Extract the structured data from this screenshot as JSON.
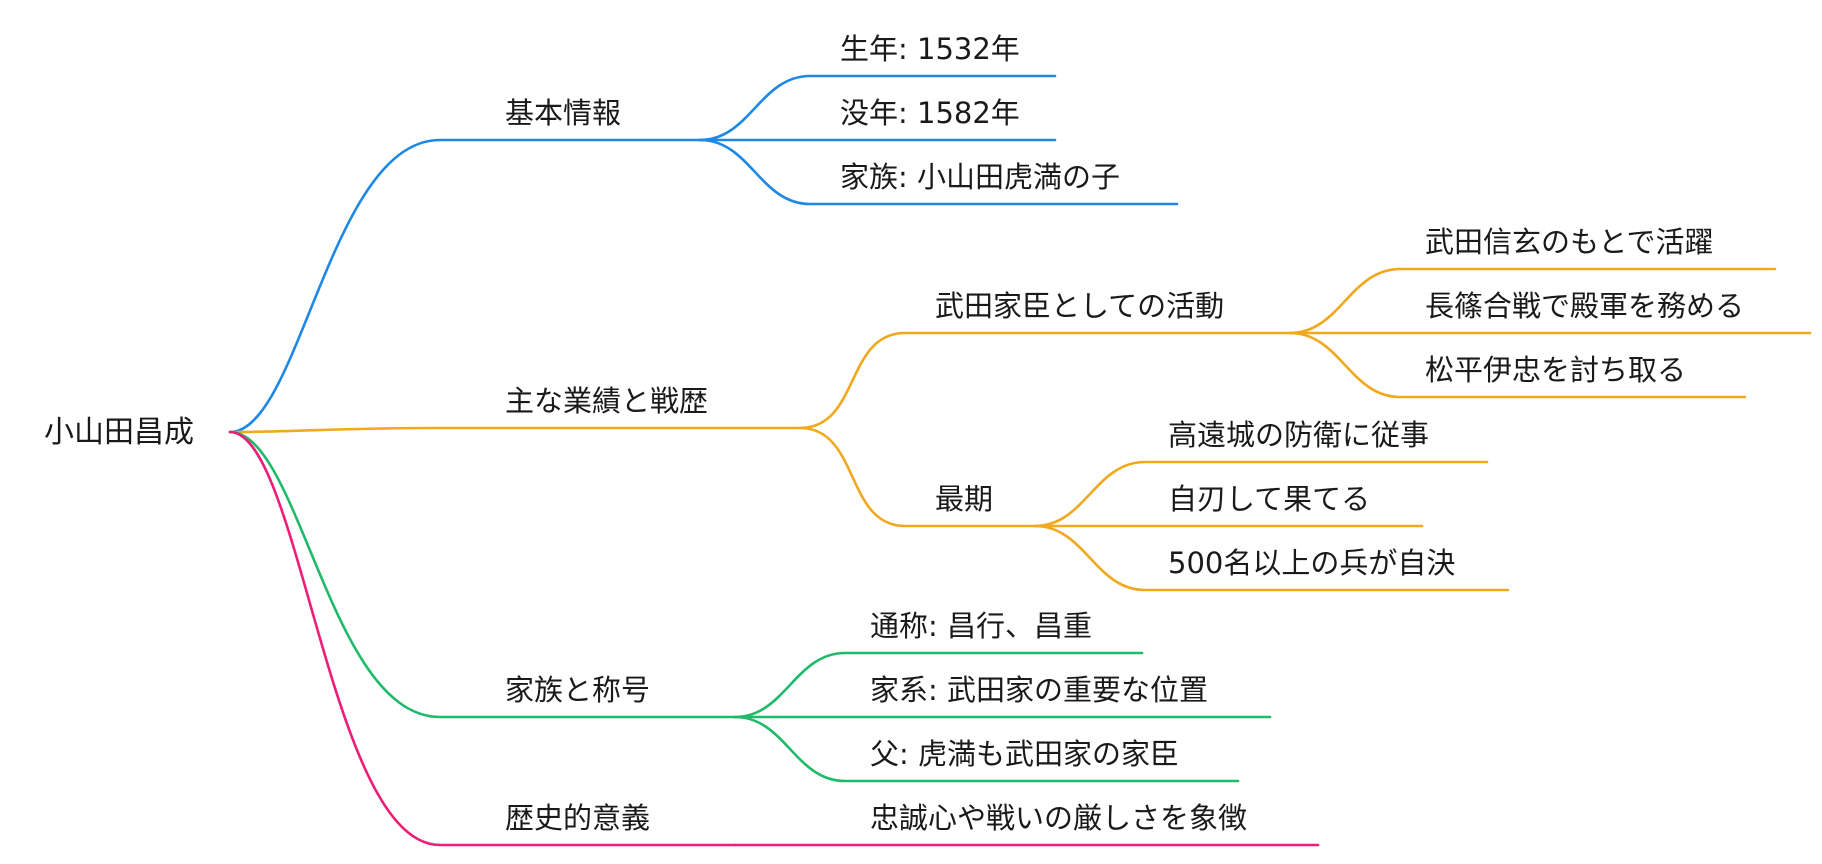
{
  "mindmap": {
    "root": {
      "label": "小山田昌成"
    },
    "branches": [
      {
        "label": "基本情報",
        "color": "#1e88e5",
        "children": [
          {
            "label": "生年: 1532年"
          },
          {
            "label": "没年: 1582年"
          },
          {
            "label": "家族: 小山田虎満の子"
          }
        ]
      },
      {
        "label": "主な業績と戦歴",
        "color": "#f2a81d",
        "children": [
          {
            "label": "武田家臣としての活動",
            "children": [
              {
                "label": "武田信玄のもとで活躍"
              },
              {
                "label": "長篠合戦で殿軍を務める"
              },
              {
                "label": "松平伊忠を討ち取る"
              }
            ]
          },
          {
            "label": "最期",
            "children": [
              {
                "label": "高遠城の防衛に従事"
              },
              {
                "label": "自刃して果てる"
              },
              {
                "label": "500名以上の兵が自決"
              }
            ]
          }
        ]
      },
      {
        "label": "家族と称号",
        "color": "#1fba6a",
        "children": [
          {
            "label": "通称: 昌行、昌重"
          },
          {
            "label": "家系: 武田家の重要な位置"
          },
          {
            "label": "父: 虎満も武田家の家臣"
          }
        ]
      },
      {
        "label": "歴史的意義",
        "color": "#ec1e78",
        "children": [
          {
            "label": "忠誠心や戦いの厳しさを象徴"
          }
        ]
      }
    ]
  }
}
